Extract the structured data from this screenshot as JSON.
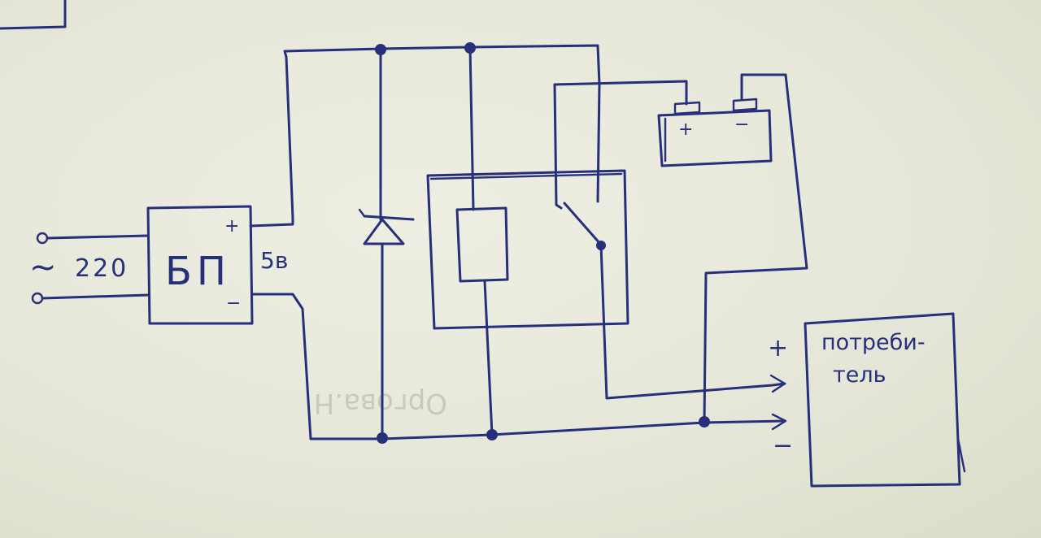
{
  "labels": {
    "ac_symbol": "~",
    "ac_voltage": "220",
    "psu_label": "БП",
    "psu_plus": "+",
    "psu_minus": "−",
    "psu_output": "5в",
    "battery_plus": "+",
    "battery_minus": "−",
    "load_plus": "+",
    "load_minus": "−",
    "load_line1": "потреби-",
    "load_line2": "тель"
  },
  "background_bleed_text": "Оргова.Н",
  "colors": {
    "ink": "#26307a",
    "paper": "#e9e9dc"
  }
}
